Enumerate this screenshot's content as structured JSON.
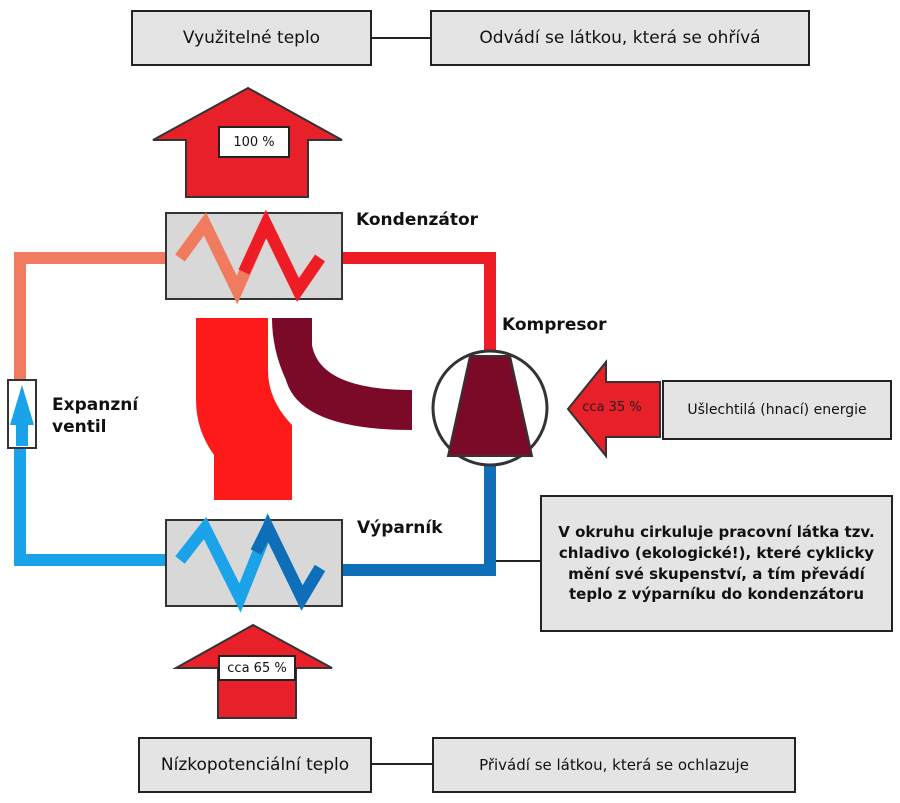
{
  "boxes": {
    "useful_heat": "Využitelné teplo",
    "useful_heat_desc": "Odvádí se látkou, která se ohřívá",
    "noble_energy": "Ušlechtilá (hnací) energie",
    "circuit_desc": "V okruhu cirkuluje pracovní látka tzv. chladivo (ekologické!), které cyklicky mění své skupenství, a tím převádí teplo z výparníku do kondenzátoru",
    "low_heat": "Nízkopotenciální teplo",
    "low_heat_desc": "Přivádí se látkou, která se ochlazuje"
  },
  "labels": {
    "condenser": "Kondenzátor",
    "compressor": "Kompresor",
    "evaporator": "Výparník",
    "valve_line1": "Expanzní",
    "valve_line2": "ventil"
  },
  "percentages": {
    "useful": "100 %",
    "compressor_energy": "cca 35 %",
    "low": "cca 65 %"
  },
  "colors": {
    "hot": "#ee1c25",
    "hot_light": "#f07b5e",
    "cold_light": "#1aa3e8",
    "cold_dark": "#0e6fb8",
    "dark_red": "#7a0a28",
    "arrow_red": "#e8202a"
  }
}
